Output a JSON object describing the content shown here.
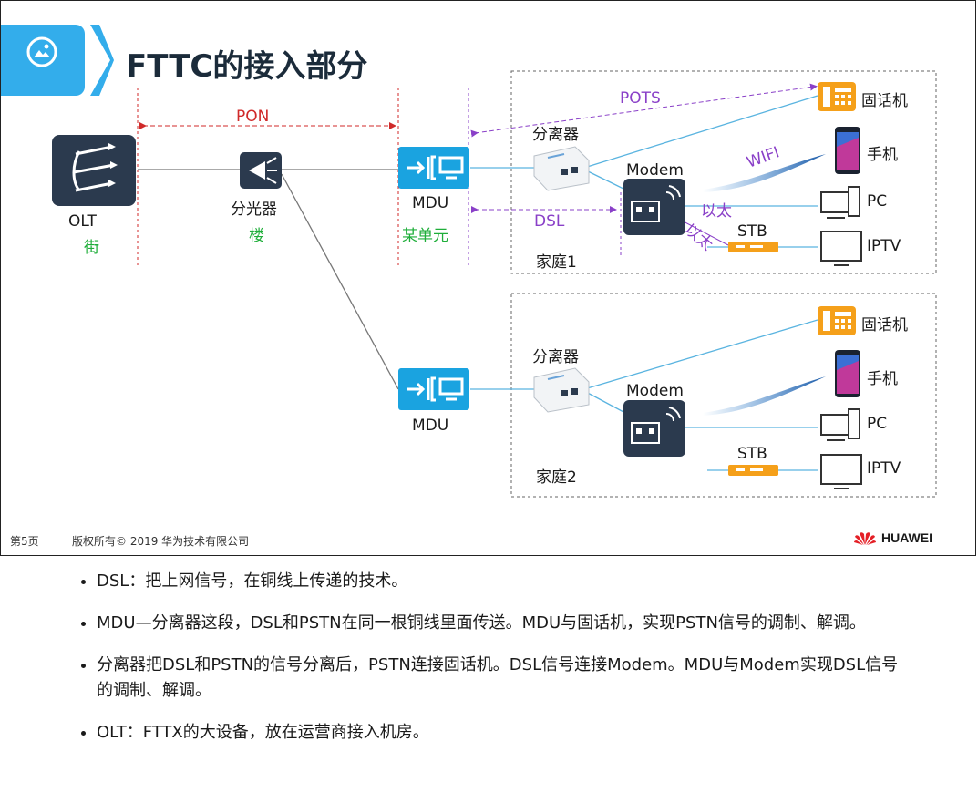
{
  "title": "FTTC的接入部分",
  "labels": {
    "pon": "PON",
    "pots": "POTS",
    "dsl": "DSL",
    "wifi": "WIFI",
    "ethernet1": "以太",
    "ethernet2": "以太",
    "olt": "OLT",
    "olt_sub": "街",
    "splitter_opt": "分光器",
    "splitter_opt_sub": "楼",
    "mdu1": "MDU",
    "mdu1_sub": "某单元",
    "mdu2": "MDU",
    "home1_splitter": "分离器",
    "home1_modem": "Modem",
    "home1_stb": "STB",
    "home1_label": "家庭1",
    "home1_phone": "固话机",
    "home1_mobile": "手机",
    "home1_pc": "PC",
    "home1_iptv": "IPTV",
    "home2_splitter": "分离器",
    "home2_modem": "Modem",
    "home2_stb": "STB",
    "home2_label": "家庭2",
    "home2_phone": "固话机",
    "home2_mobile": "手机",
    "home2_pc": "PC",
    "home2_iptv": "IPTV"
  },
  "footer": {
    "page": "第5页",
    "copyright": "版权所有© 2019 华为技术有限公司",
    "brand": "HUAWEI"
  },
  "notes": [
    "DSL：把上网信号，在铜线上传递的技术。",
    "MDU—分离器这段，DSL和PSTN在同一根铜线里面传送。MDU与固话机，实现PSTN信号的调制、解调。",
    "分离器把DSL和PSTN的信号分离后，PSTN连接固话机。DSL信号连接Modem。MDU与Modem实现DSL信号的调制、解调。",
    "OLT：FTTX的大设备，放在运营商接入机房。"
  ],
  "colors": {
    "accent": "#33adeb",
    "device_dark": "#2b3a4e",
    "green": "#1fae3a",
    "purple": "#8a40c8",
    "red": "#d02a2a",
    "orange": "#f5a01a"
  }
}
